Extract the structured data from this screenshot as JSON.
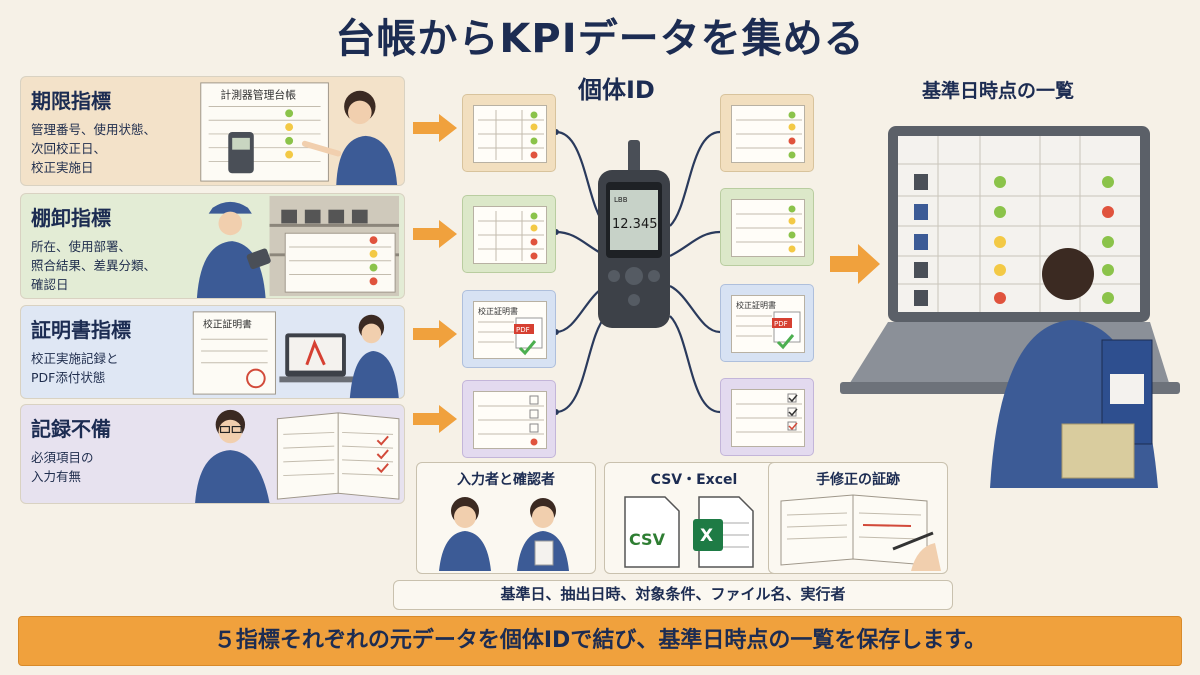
{
  "title": "台帳からKPIデータを集める",
  "indicators": [
    {
      "head": "期限指標",
      "desc": "管理番号、使用状態、\n次回校正日、\n校正実施日",
      "board_label": "計測器管理台帳"
    },
    {
      "head": "棚卸指標",
      "desc": "所在、使用部署、\n照合結果、差異分類、\n確認日"
    },
    {
      "head": "証明書指標",
      "desc": "校正実施記録と\nPDF添付状態",
      "cert_label": "校正証明書"
    },
    {
      "head": "記録不備",
      "desc": "必須項目の\n入力有無"
    }
  ],
  "center": {
    "label": "個体ID",
    "device_reading": "12.345",
    "device_unit": "LBB"
  },
  "right": {
    "label": "基準日時点の一覧"
  },
  "doc_labels": {
    "cert": "校正証明書",
    "pdf": "PDF"
  },
  "bottom_boxes": [
    {
      "head": "入力者と確認者"
    },
    {
      "head": "CSV・Excel",
      "csv": "CSV",
      "excel": "X"
    },
    {
      "head": "手修正の証跡"
    }
  ],
  "meta": "基準日、抽出日時、対象条件、ファイル名、実行者",
  "footer": "５指標それぞれの元データを個体IDで結び、基準日時点の一覧を保存します。",
  "colors": {
    "orange": "#f0a13d",
    "navy": "#1c2c52",
    "green": "#8bc34a",
    "yellow": "#f3c945",
    "red": "#e0533d"
  }
}
